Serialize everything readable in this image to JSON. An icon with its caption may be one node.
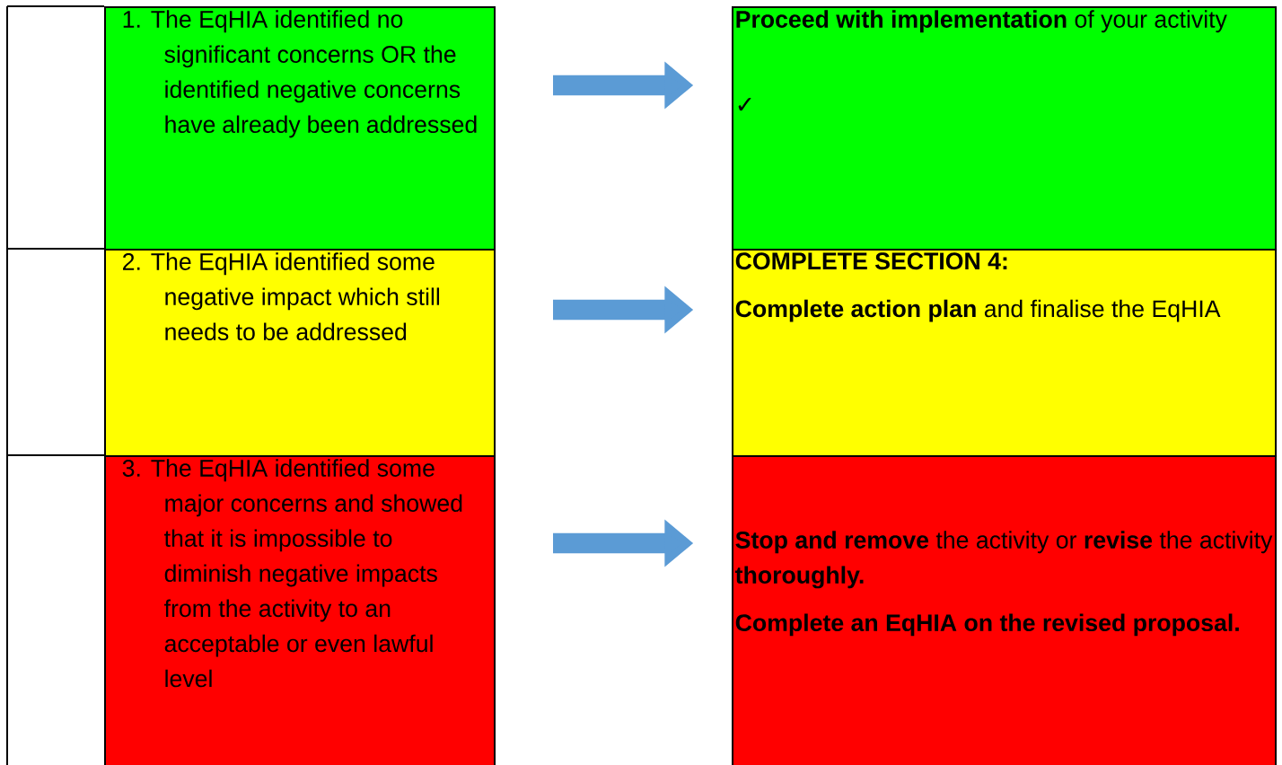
{
  "diagram": {
    "nodes": [
      {
        "text": [
          "1. The EqHIA identified no significant concerns OR the identified negative concerns have already been addressed"
        ]
      },
      {
        "text": [
          "2. The EqHIA identified some negative impact which still needs to be addressed"
        ]
      },
      {
        "text": [
          "3. The EqHIA identified some major concerns and showed that it is impossible to diminish negative impacts from the activity to an acceptable or even lawful level"
        ]
      },
      {
        "text": [
          "**Proceed with implementation** of your activity",
          "✓"
        ]
      },
      {
        "text": [
          "**COMPLETE SECTION 4:**",
          "**Complete action plan** and finalise the EqHIA"
        ]
      },
      {
        "text": [
          "**Stop and remove** the activity or **revise** the activity **thoroughly.**",
          "**Complete an EqHIA on the revised proposal.**"
        ]
      }
    ],
    "edges": [
      {
        "from": 0,
        "to": 3,
        "arrow": "to"
      },
      {
        "from": 1,
        "to": 4,
        "arrow": "to"
      },
      {
        "from": 2,
        "to": 5,
        "arrow": "to"
      }
    ]
  }
}
